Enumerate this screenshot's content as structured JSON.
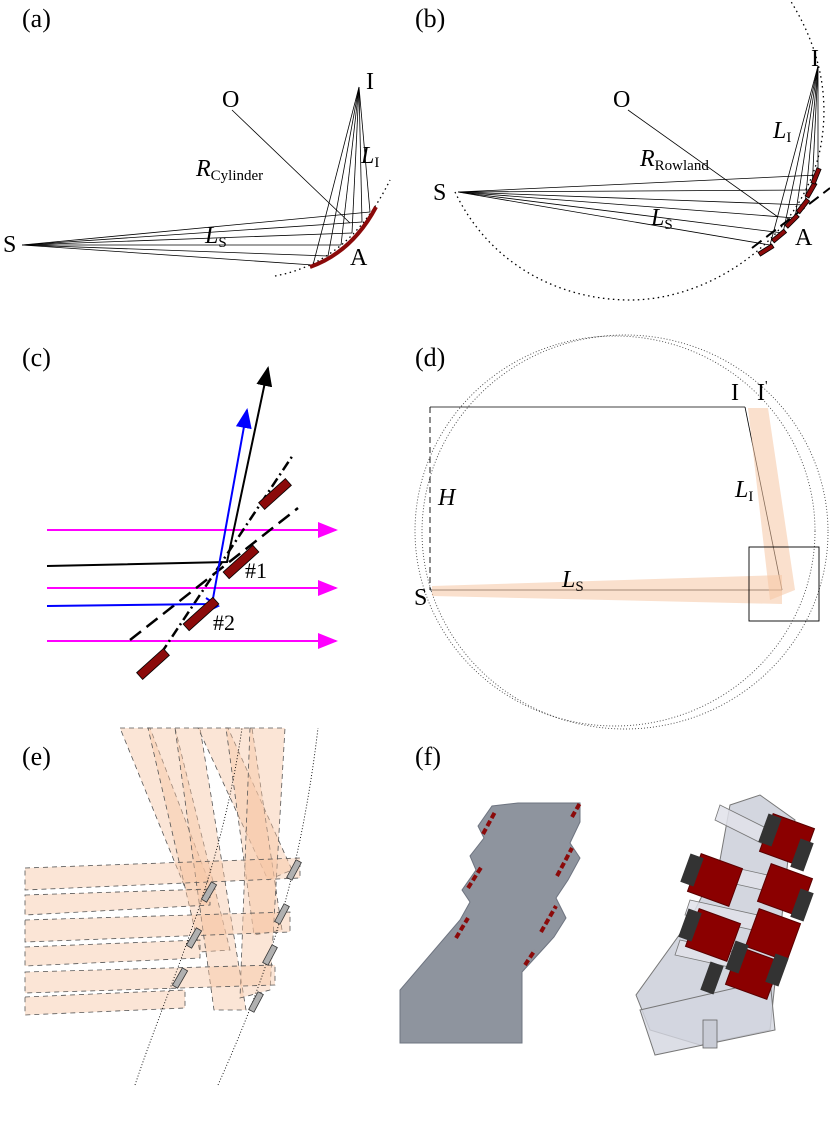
{
  "panels": {
    "a": {
      "label": "(a)",
      "points": {
        "source": "S",
        "image": "I",
        "center": "O",
        "analyzer": "A"
      },
      "radius_symbol": "R",
      "radius_sub": "Cylinder",
      "image_dist_symbol": "L",
      "image_dist_sub": "I",
      "source_dist_symbol": "L",
      "source_dist_sub": "S"
    },
    "b": {
      "label": "(b)",
      "points": {
        "source": "S",
        "image": "I",
        "center": "O",
        "analyzer": "A"
      },
      "radius_symbol": "R",
      "radius_sub": "Rowland",
      "image_dist_symbol": "L",
      "image_dist_sub": "I",
      "source_dist_symbol": "L",
      "source_dist_sub": "S"
    },
    "c": {
      "label": "(c)",
      "crystal_1": "#1",
      "crystal_2": "#2",
      "colors": {
        "incident": "#ff00ff",
        "ray_blue": "#0000ff",
        "ray_black": "#000000",
        "crystal": "#8b0a0a"
      }
    },
    "d": {
      "label": "(d)",
      "points": {
        "image": "I",
        "image_prime": "I",
        "prime_mark": "'",
        "source": "S"
      },
      "height_symbol": "H",
      "image_dist_symbol": "L",
      "image_dist_sub": "I",
      "source_dist_symbol": "L",
      "source_dist_sub": "S",
      "colors": {
        "beam": "#f6c6a4"
      }
    },
    "e": {
      "label": "(e)",
      "colors": {
        "beam": "#f6c6a4",
        "crystal": "#b0b0b0"
      }
    },
    "f": {
      "label": "(f)",
      "colors": {
        "plate": "#8e949e",
        "crystal": "#8b0a0a",
        "housing": "#c4c8d4"
      }
    }
  }
}
